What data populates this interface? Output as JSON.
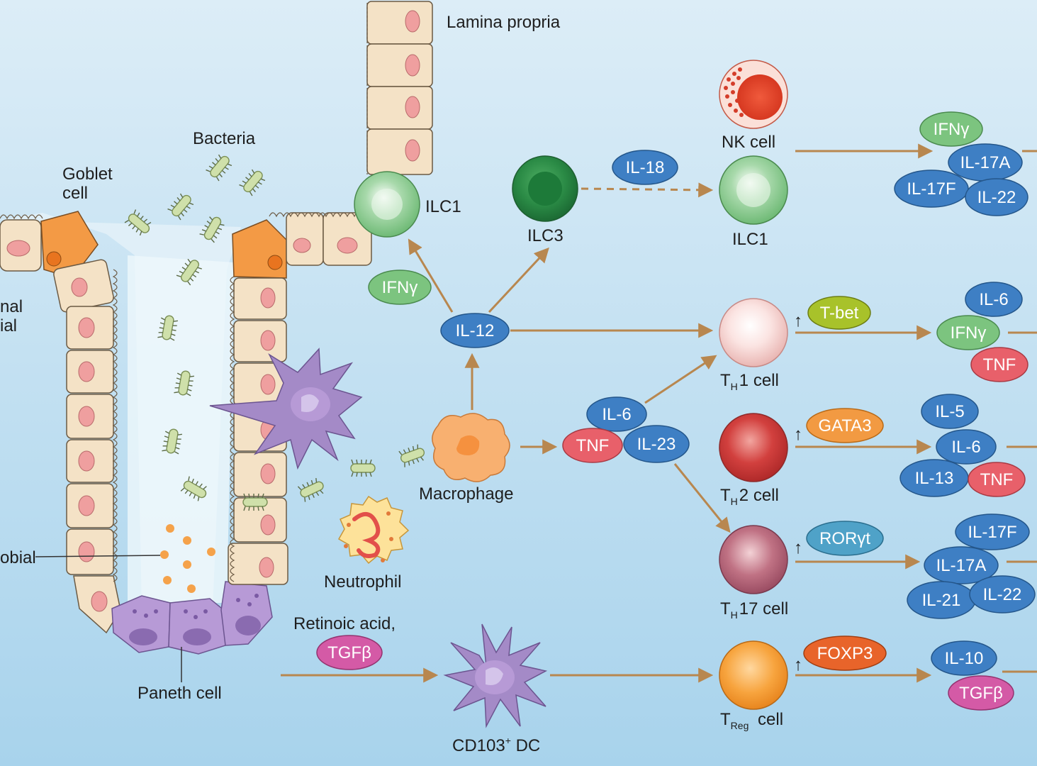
{
  "labels": {
    "lamina_propria": "Lamina propria",
    "bacteria": "Bacteria",
    "goblet_line1": "Goblet",
    "goblet_line2": "cell",
    "epithelial_line1": "nal",
    "epithelial_line2": "ial",
    "antimicrobial": "obial",
    "paneth": "Paneth cell",
    "ilc1_top": "ILC1",
    "ilc3": "ILC3",
    "nk_cell": "NK cell",
    "ilc1_right": "ILC1",
    "macrophage": "Macrophage",
    "neutrophil": "Neutrophil",
    "retinoic_acid": "Retinoic acid,",
    "cd103_dc": "CD103",
    "cd103_sup": "+",
    "cd103_suffix": " DC",
    "th1_T": "T",
    "th1_sub": "H",
    "th1_rest": "1 cell",
    "th2_T": "T",
    "th2_sub": "H",
    "th2_rest": "2 cell",
    "th17_T": "T",
    "th17_sub": "H",
    "th17_rest": "17 cell",
    "treg_T": "T",
    "treg_sub": "Reg",
    "treg_rest": " cell",
    "up_arrow": "↑"
  },
  "cytokines": {
    "ifng_left": "IFNγ",
    "il12": "IL-12",
    "il18": "IL-18",
    "il6_mid": "IL-6",
    "tnf_mid": "TNF",
    "il23": "IL-23",
    "tgfb_left": "TGFβ",
    "nk_ifng": "IFNγ",
    "nk_il17a": "IL-17A",
    "nk_il17f": "IL-17F",
    "nk_il22": "IL-22",
    "th1_il6": "IL-6",
    "th1_ifng": "IFNγ",
    "th1_tnf": "TNF",
    "th2_il5": "IL-5",
    "th2_il6": "IL-6",
    "th2_il13": "IL-13",
    "th2_tnf": "TNF",
    "th17_il17f": "IL-17F",
    "th17_il17a": "IL-17A",
    "th17_il21": "IL-21",
    "th17_il22": "IL-22",
    "treg_il10": "IL-10",
    "treg_tgfb": "TGFβ"
  },
  "transcription_factors": {
    "tbet": "T-bet",
    "gata3": "GATA3",
    "rorgt": "RORγt",
    "foxp3": "FOXP3"
  },
  "colors": {
    "background_top": "#d9edf7",
    "background_bottom": "#a9d4ec",
    "arrow": "#b8874f",
    "cytokine_blue": "#3e7fc4",
    "cytokine_green": "#7cc47f",
    "cytokine_red": "#e8606a",
    "cytokine_pink": "#d45aa6",
    "tbet": "#a8c22a",
    "gata3": "#f29a42",
    "rorgt": "#4fa2c8",
    "foxp3": "#e8642a",
    "epithelium": "#f4e2c6",
    "goblet": "#f0994a",
    "paneth": "#b89ad4",
    "bacteria": "#c9dca8"
  }
}
